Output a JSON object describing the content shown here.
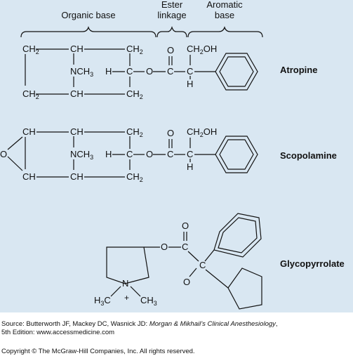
{
  "headers": {
    "organic_base": "Organic base",
    "ester_linkage": [
      "Ester",
      "linkage"
    ],
    "aromatic_base": [
      "Aromatic",
      "base"
    ]
  },
  "molecules": [
    {
      "name": "Atropine"
    },
    {
      "name": "Scopolamine"
    },
    {
      "name": "Glycopyrrolate"
    }
  ],
  "source": {
    "prefix": "Source: Butterworth JF, Mackey DC, Wasnick JD: ",
    "title": "Morgan & Mikhail’s Clinical Anesthesiology",
    "suffix": ",",
    "line2": "5th Edition: www.accessmedicine.com"
  },
  "copyright": "Copyright © The McGraw-Hill Companies, Inc. All rights reserved."
}
